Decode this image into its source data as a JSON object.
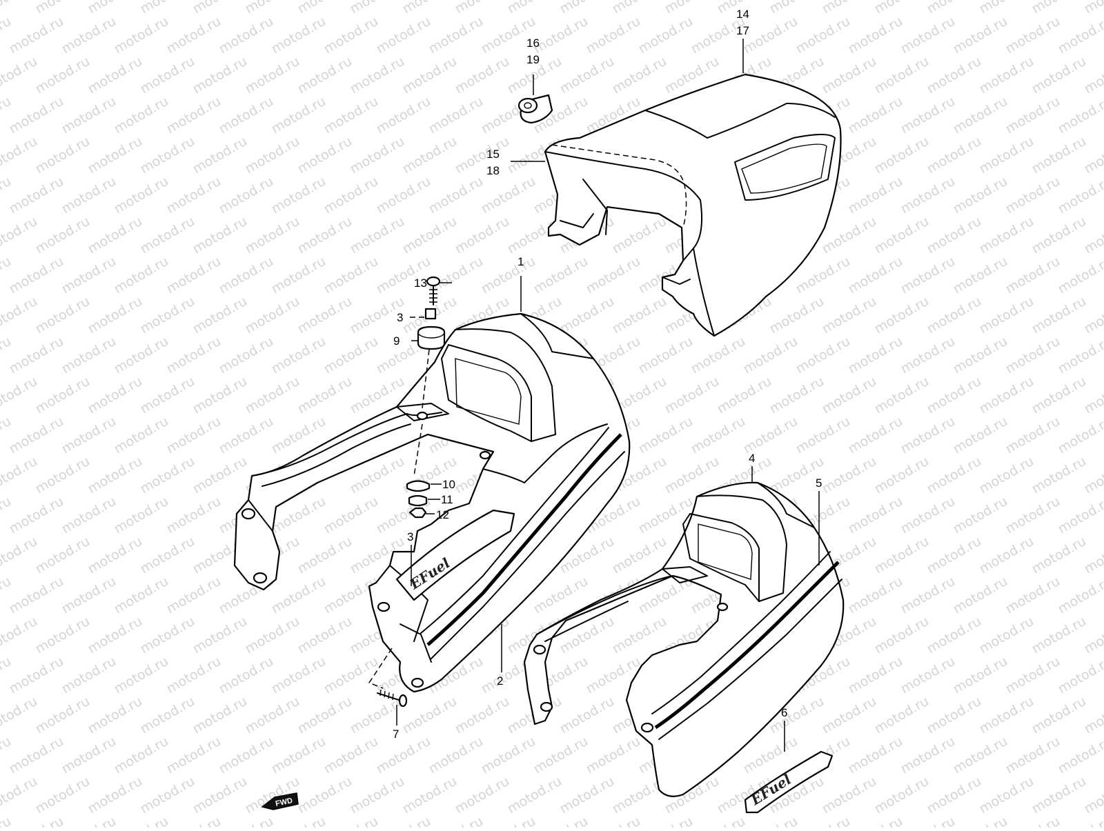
{
  "watermark": {
    "text": "motod.ru",
    "color": "#d4d4d4"
  },
  "callouts": {
    "n1": "1",
    "n2": "2",
    "n3a": "3",
    "n3b": "3",
    "n4": "4",
    "n5": "5",
    "n6": "6",
    "n7": "7",
    "n9": "9",
    "n10": "10",
    "n11": "11",
    "n12": "12",
    "n13": "13",
    "n14": "14",
    "n15": "15",
    "n16": "16",
    "n17": "17",
    "n18": "18",
    "n19": "19"
  },
  "emblem": {
    "text": "EFuel"
  },
  "fwd_badge": {
    "text": "FWD"
  }
}
